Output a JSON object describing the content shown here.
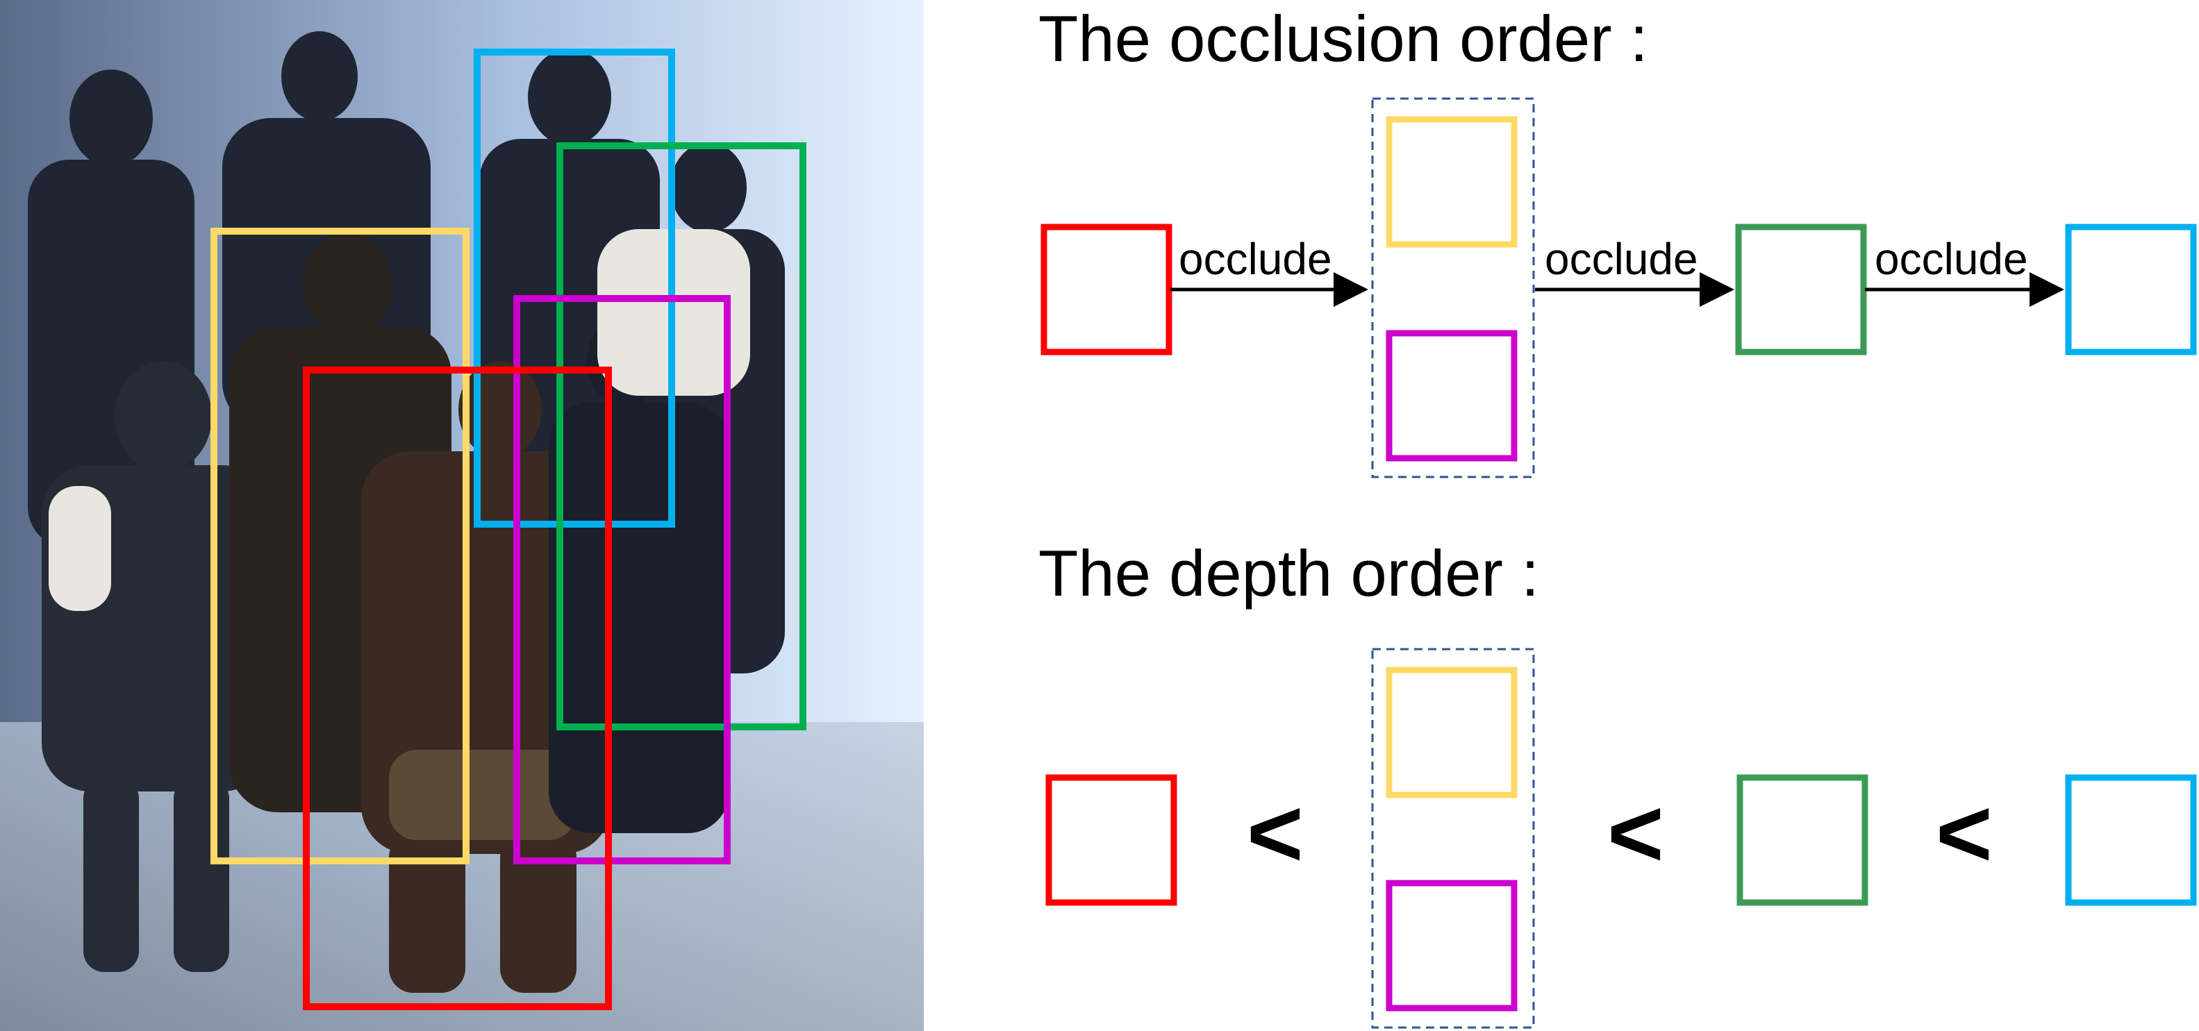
{
  "colors": {
    "red": "#ff0000",
    "yellow": "#ffd966",
    "magenta": "#cc00cc",
    "green": "#3c9a56",
    "cyan": "#00b0f0",
    "dashed_group": "#2f5597"
  },
  "photo": {
    "description_colors_in_scene": [
      "#1b2230",
      "#8fa3c4",
      "#e6f2ff"
    ],
    "boxes": [
      "yellow",
      "cyan",
      "green",
      "magenta",
      "red"
    ]
  },
  "occlusion": {
    "title": "The occlusion order :",
    "edge_label": "occlude",
    "nodes": [
      "red",
      [
        "yellow",
        "magenta"
      ],
      "green",
      "cyan"
    ]
  },
  "depth": {
    "title": "The depth order :",
    "operator": "<",
    "nodes": [
      "red",
      [
        "yellow",
        "magenta"
      ],
      "green",
      "cyan"
    ]
  }
}
